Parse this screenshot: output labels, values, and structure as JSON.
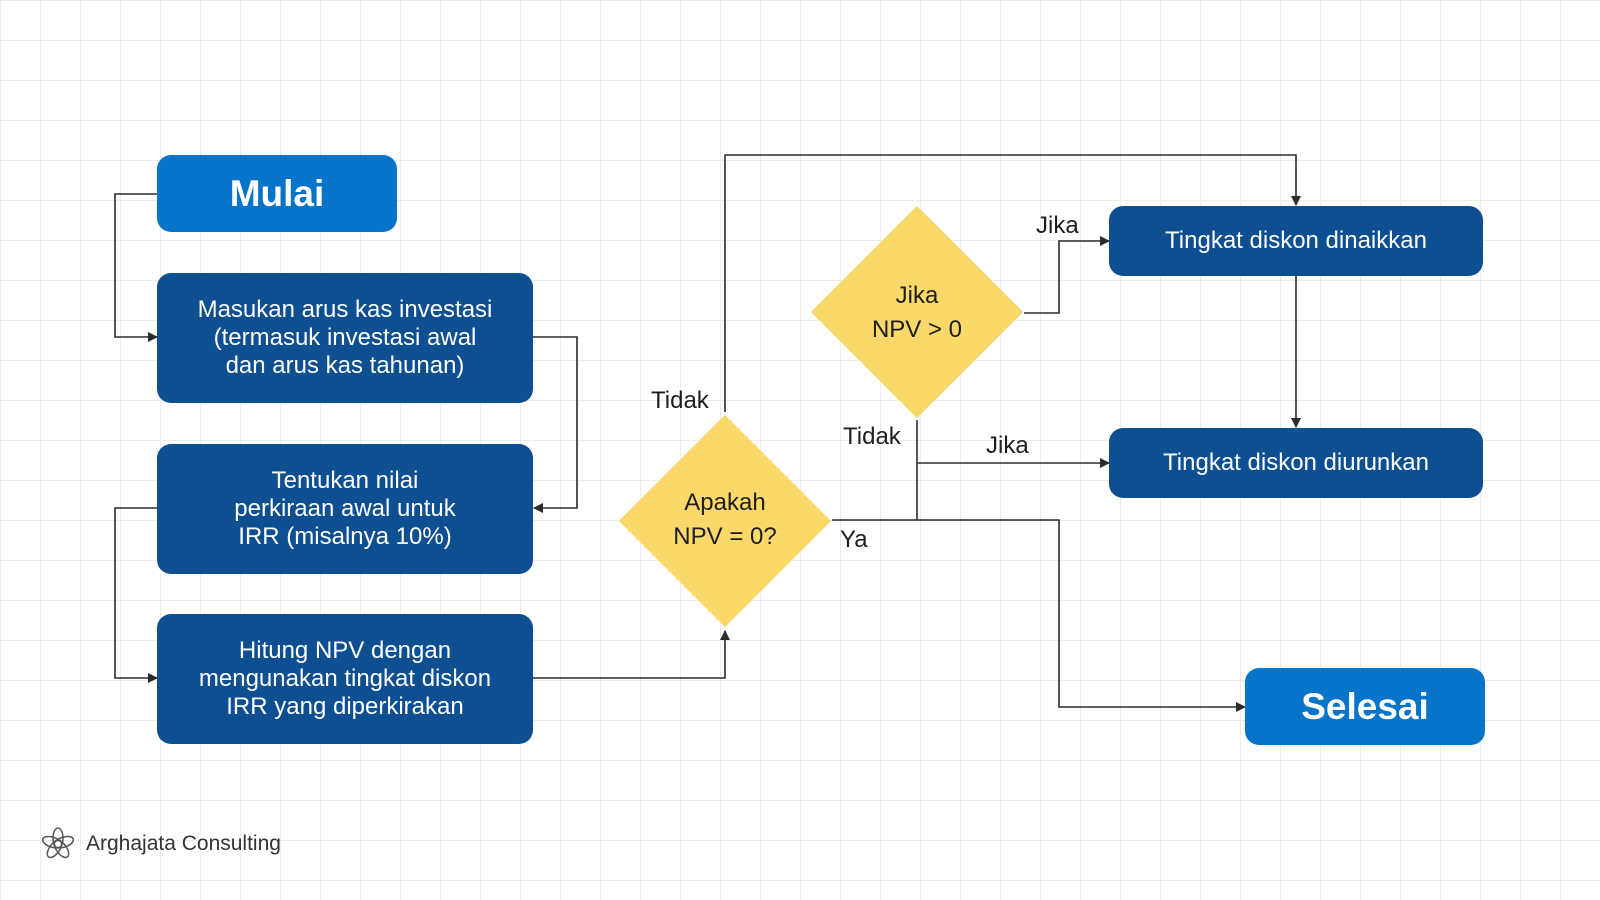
{
  "nodes": {
    "start": "Mulai",
    "input_cashflow": "Masukan arus kas investasi\n(termasuk investasi awal\ndan arus kas tahunan)",
    "initial_irr": "Tentukan nilai\nperkiraan awal untuk\nIRR (misalnya 10%)",
    "calc_npv": "Hitung NPV dengan\nmengunakan tingkat diskon\nIRR yang diperkirakan",
    "decision_npv_zero": "Apakah\nNPV = 0?",
    "decision_npv_positive": "Jika\nNPV > 0",
    "rate_up": "Tingkat diskon dinaikkan",
    "rate_down": "Tingkat diskon diurunkan",
    "end": "Selesai"
  },
  "edge_labels": {
    "tidak_left": "Tidak",
    "tidak_mid": "Tidak",
    "jika_top": "Jika",
    "jika_mid": "Jika",
    "ya": "Ya"
  },
  "brand": {
    "name": "Arghajata Consulting",
    "icon": "lotus-logo-icon"
  },
  "colors": {
    "process_box": "#0e4f91",
    "terminal_box": "#0574c9",
    "decision": "#fbd86a",
    "connector": "#2b2b2b"
  }
}
